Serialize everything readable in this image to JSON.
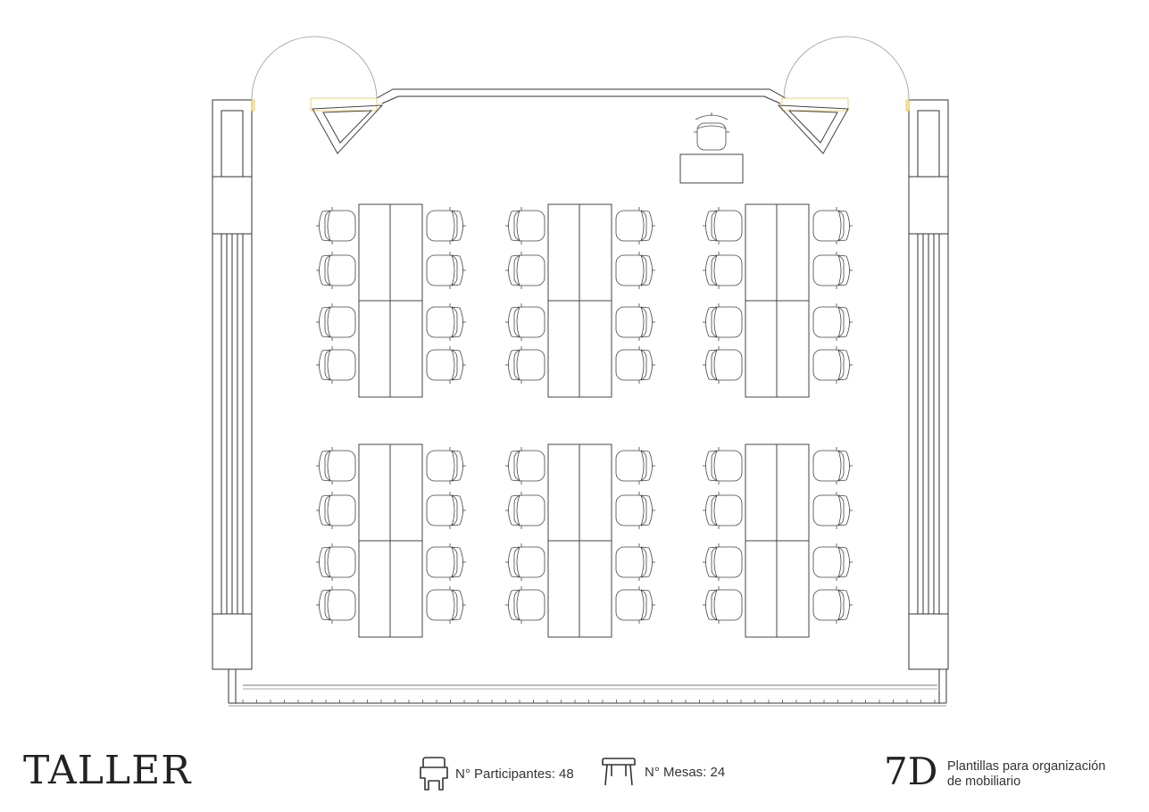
{
  "footer": {
    "title": "TALLER",
    "participants_label": "N° Participantes: 48",
    "tables_label": "N° Mesas: 24",
    "code": "7D",
    "subtitle_line1": "Plantillas para organización",
    "subtitle_line2": "de mobiliario"
  },
  "icons": {
    "participants": "chair-icon",
    "tables": "table-icon"
  },
  "layout": {
    "table_groups": 6,
    "chairs_per_group": 8
  },
  "colors": {
    "line": "#333333",
    "light_line": "#9a9a9a",
    "door_accent": "#e8c65a"
  }
}
